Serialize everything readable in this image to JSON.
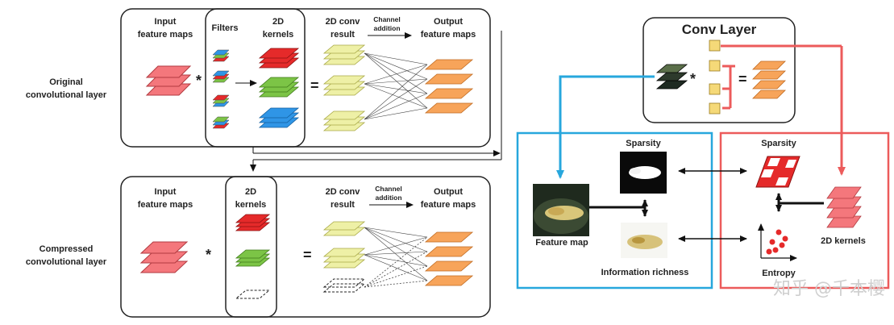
{
  "colors": {
    "feature": "#f4777c",
    "feature_stroke": "#b23a40",
    "yellow": "#eef0a6",
    "yellow_stroke": "#a8a845",
    "orange": "#f7a45a",
    "orange_stroke": "#c06a20",
    "red": "#e52a2a",
    "green": "#7cc446",
    "blue": "#2f95e6",
    "cyan_box": "#27a7dd",
    "red_box": "#ec5b5b"
  },
  "top_panel": {
    "row_label_line1": "Original",
    "row_label_line2": "convolutional layer",
    "input_line1": "Input",
    "input_line2": "feature maps",
    "filters": "Filters",
    "kernels_line1": "2D",
    "kernels_line2": "kernels",
    "conv_line1": "2D conv",
    "conv_line2": "result",
    "channel_line1": "Channel",
    "channel_line2": "addition",
    "output_line1": "Output",
    "output_line2": "feature maps",
    "star": "*",
    "equals": "="
  },
  "bottom_panel": {
    "row_label_line1": "Compressed",
    "row_label_line2": "convolutional layer",
    "input_line1": "Input",
    "input_line2": "feature maps",
    "kernels_line1": "2D",
    "kernels_line2": "kernels",
    "conv_line1": "2D conv",
    "conv_line2": "result",
    "channel_line1": "Channel",
    "channel_line2": "addition",
    "output_line1": "Output",
    "output_line2": "feature maps",
    "star": "*",
    "equals": "="
  },
  "right_panel": {
    "conv_layer_title": "Conv Layer",
    "star": "*",
    "equals": "=",
    "sparsity_left": "Sparsity",
    "sparsity_right": "Sparsity",
    "feature_map": "Feature map",
    "information_richness": "Information richness",
    "kernels_2d": "2D kernels",
    "entropy": "Entropy"
  },
  "watermark": "知乎 @千本樱"
}
